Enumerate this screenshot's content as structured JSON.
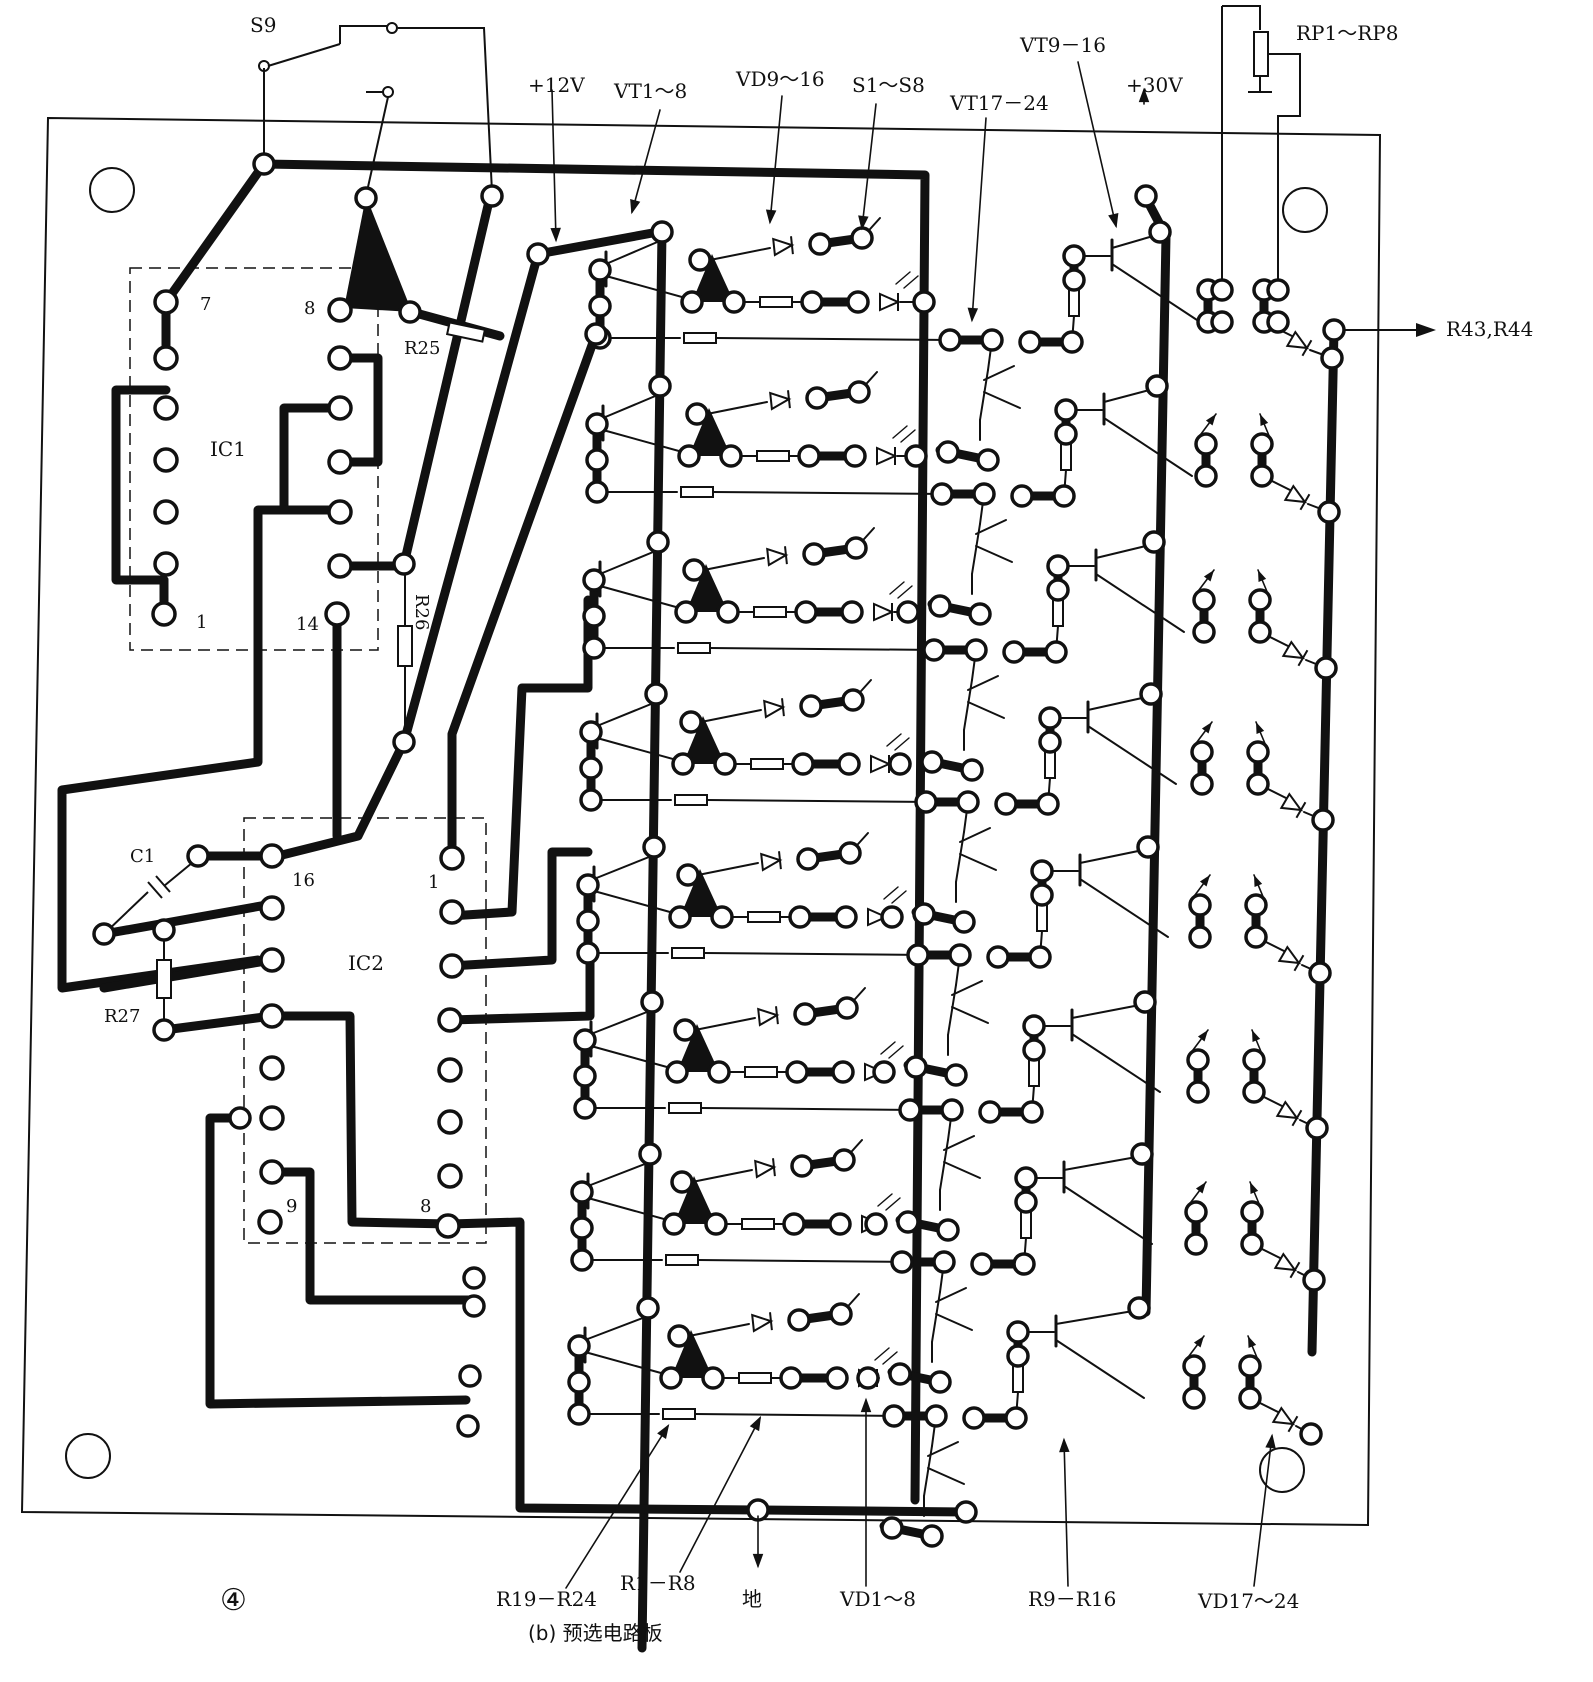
{
  "figure": {
    "circled_number": "④",
    "caption": "(b) 预选电路板"
  },
  "labels": {
    "s9": "S9",
    "plus12v": "+12V",
    "vt1_8": "VT1～8",
    "vd9_16": "VD9～16",
    "s1_s8": "S1～S8",
    "vt17_24": "VT17－24",
    "vt9_16": "VT9－16",
    "plus30v": "+30V",
    "rp1_rp8": "RP1～RP8",
    "r43_r44": "R43,R44",
    "r25": "R25",
    "r26": "R26",
    "r27": "R27",
    "c1": "C1",
    "ic1": "IC1",
    "ic2": "IC2",
    "r19_r24": "R19－R24",
    "r1_r8": "R1－R8",
    "ground": "地",
    "vd1_8": "VD1～8",
    "r9_r16": "R9－R16",
    "vd17_24": "VD17～24"
  },
  "pin_labels": {
    "ic1_pin7": "7",
    "ic1_pin8": "8",
    "ic1_pin1": "1",
    "ic1_pin14": "14",
    "ic2_pin16": "16",
    "ic2_pin1": "1",
    "ic2_pin9": "9",
    "ic2_pin8": "8"
  },
  "colors": {
    "ink": "#111111",
    "paper": "#ffffff"
  }
}
